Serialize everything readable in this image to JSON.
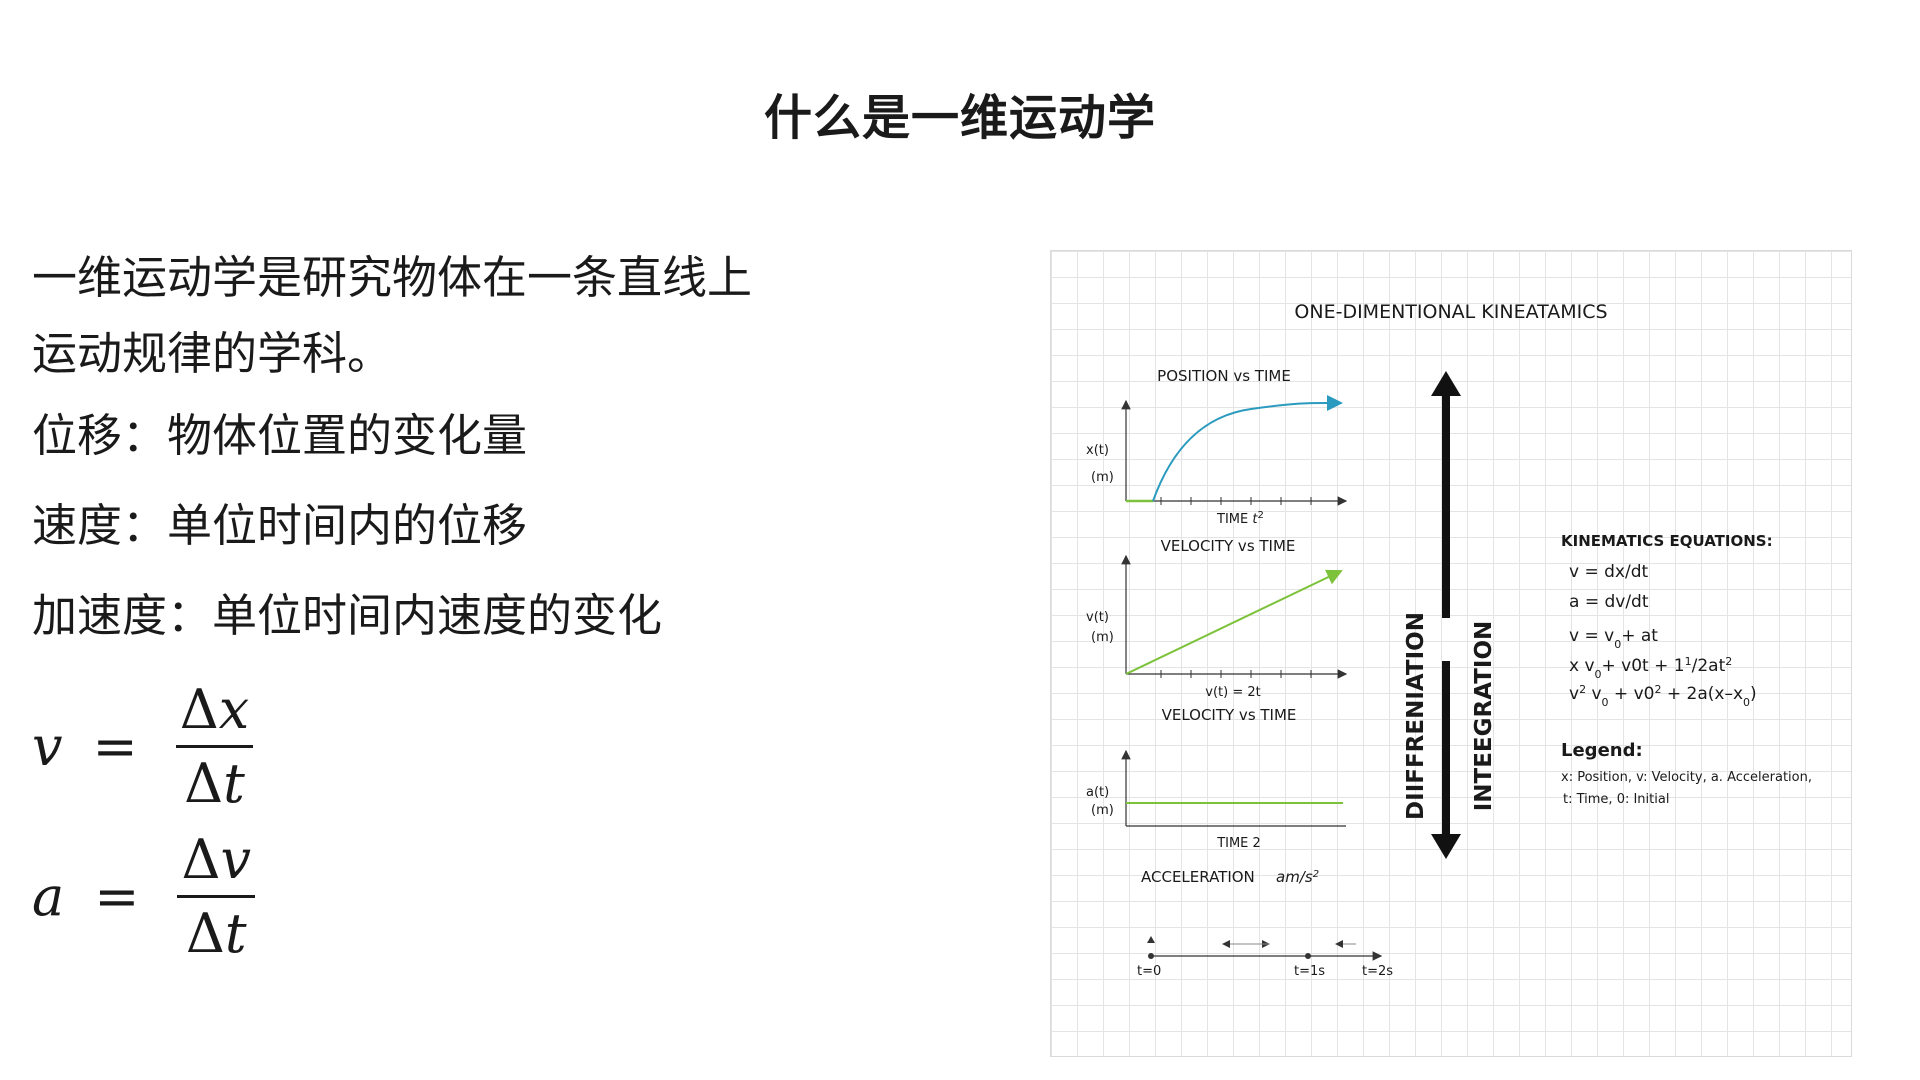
{
  "slide": {
    "title": "什么是一维运动学",
    "intro_line1": "一维运动学是研究物体在一条直线上",
    "intro_line2": "运动规律的学科。",
    "definitions": [
      "位移：物体位置的变化量",
      "速度：单位时间内的位移",
      "加速度：单位时间内速度的变化"
    ]
  },
  "formulas": {
    "velocity": {
      "lhs": "v",
      "eq": "=",
      "num_delta": "Δ",
      "num_var": "x",
      "den_delta": "Δ",
      "den_var": "t"
    },
    "acceleration": {
      "lhs": "a",
      "eq": "=",
      "num_delta": "Δ",
      "num_var": "v",
      "den_delta": "Δ",
      "den_var": "t"
    }
  },
  "figure": {
    "title": "ONE-DIMENTIONAL KINEATAMICS",
    "plot1": {
      "title": "POSITION vs TIME",
      "ylabel1": "x(t)",
      "ylabel2": "(m)",
      "xlabel": "TIME",
      "xlabel_var": "t",
      "xlabel_sup": "2"
    },
    "plot2": {
      "title": "VELOCITY vs TIME",
      "ylabel1": "v(t)",
      "ylabel2": "(m)",
      "xlabel": "v(t) = 2t"
    },
    "plot3": {
      "title": "VELOCITY vs TIME",
      "ylabel1": "a(t)",
      "ylabel2": "(m)",
      "xlabel": "TIME 2"
    },
    "acceleration_label": "ACCELERATION",
    "acceleration_unit": "am/s",
    "acceleration_unit_sup": "2",
    "timeline": {
      "t0": "t=0",
      "t1": "t=1s",
      "t2": "t=2s"
    },
    "differentiation": "DIIFFRENIATION",
    "integration": "INTEEGRATION",
    "equations_title": "KINEMATICS EQUATIONS:",
    "eq1": "v = dx/dt",
    "eq2": "a = dv/dt",
    "eq3": {
      "a": "v = v",
      "sub": "0",
      "b": "+ at"
    },
    "eq4": {
      "a": "x   v",
      "sub": "0",
      "b": "+ v0t + ",
      "sup1": "1",
      "c": "1",
      "d": "/2at",
      "sup2": "2"
    },
    "eq5": {
      "a": "v",
      "sup1": "2",
      "b": " v",
      "sub1": "0",
      "c": " + v0",
      "sup2": "2",
      "d": " + 2a(x–x",
      "sub2": "0",
      "e": ")"
    },
    "legend_title": "Legend:",
    "legend_line1": "x: Position, v: Velocity, a. Acceleration,",
    "legend_line2": "t: Time, 0: Initial"
  },
  "colors": {
    "position_curve": "#2a9bbf",
    "velocity_line": "#7cc23a",
    "acceleration_line": "#7cc23a"
  }
}
